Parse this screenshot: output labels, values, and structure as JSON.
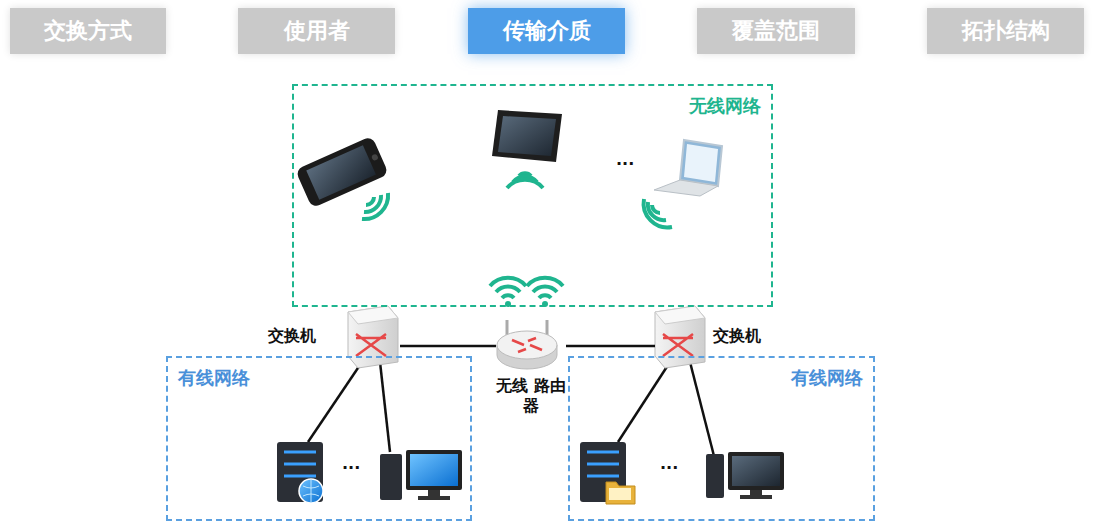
{
  "diagram": {
    "nodes": [
      {
        "text": [
          "交换方式"
        ]
      },
      {
        "text": [
          "使用者"
        ]
      },
      {
        "text": [
          "传输介质"
        ]
      },
      {
        "text": [
          "覆盖范围"
        ]
      },
      {
        "text": [
          "拓扑结构"
        ]
      },
      {
        "text": [
          "无线网络"
        ]
      },
      {
        "text": [
          "交换机"
        ]
      },
      {
        "text": [
          "无线 路由器"
        ]
      },
      {
        "text": [
          "交换机"
        ]
      },
      {
        "text": [
          "有线网络"
        ]
      },
      {
        "text": [
          "有线网络"
        ]
      }
    ],
    "edges": [
      {
        "from": 6,
        "to": 7,
        "arrow": "none"
      },
      {
        "from": 7,
        "to": 8,
        "arrow": "none"
      }
    ],
    "labels": [
      "...",
      "...",
      "..."
    ]
  }
}
